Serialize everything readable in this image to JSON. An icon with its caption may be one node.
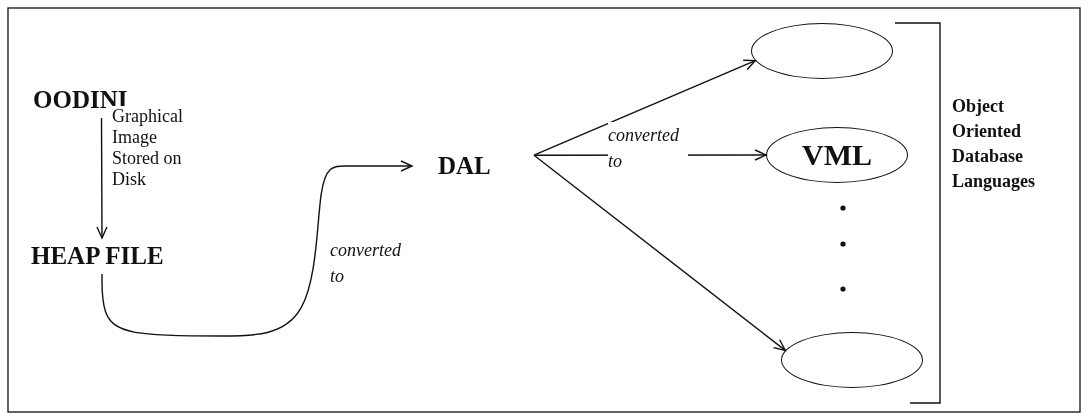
{
  "diagram": {
    "nodes": [
      {
        "text": [
          "OODINI"
        ]
      },
      {
        "text": [
          "HEAP FILE"
        ]
      },
      {
        "text": [
          "DAL"
        ]
      },
      {
        "text": [],
        "shape": "ellipse"
      },
      {
        "text": [
          "VML"
        ]
      },
      {
        "text": [],
        "shape": "ellipse"
      }
    ],
    "edges": [
      {
        "from": 0,
        "to": 1,
        "arrow": "to",
        "label": "Graphical Image Stored on Disk"
      },
      {
        "from": 1,
        "to": 2,
        "arrow": "to",
        "label": "converted to"
      },
      {
        "from": 2,
        "to": 3,
        "arrow": "to"
      },
      {
        "from": 2,
        "to": 4,
        "arrow": "to",
        "label": "converted to"
      },
      {
        "from": 2,
        "to": 5,
        "arrow": "to"
      }
    ],
    "labels": [
      "Object Oriented Database Languages"
    ]
  }
}
